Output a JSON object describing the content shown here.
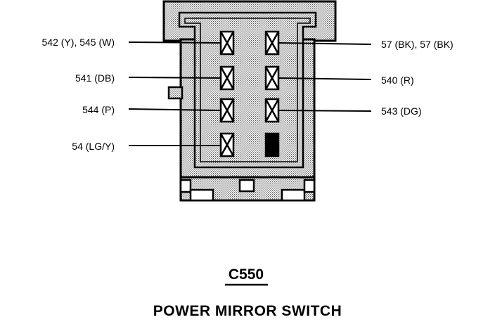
{
  "connector": {
    "id": "C550",
    "name": "POWER MIRROR SWITCH"
  },
  "pins_left": [
    {
      "label": "542 (Y), 545 (W)"
    },
    {
      "label": "541 (DB)"
    },
    {
      "label": "544 (P)"
    },
    {
      "label": "54 (LG/Y)"
    }
  ],
  "pins_right": [
    {
      "label": "57 (BK), 57 (BK)"
    },
    {
      "label": "540 (R)"
    },
    {
      "label": "543 (DG)"
    }
  ],
  "colors": {
    "ink": "#000000",
    "shade": "#c8c8c8",
    "background": "#ffffff"
  }
}
